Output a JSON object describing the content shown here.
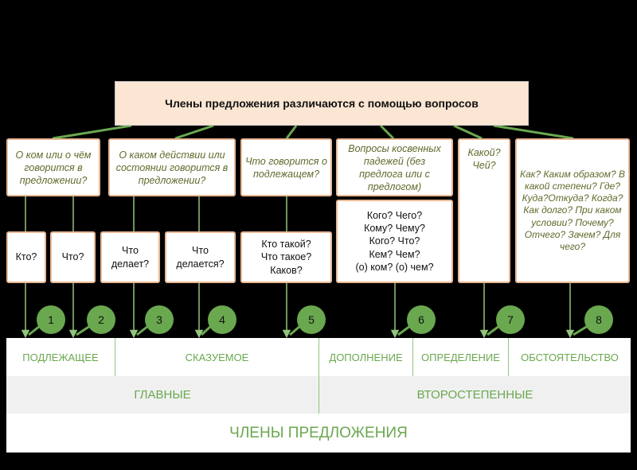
{
  "title": "Члены предложения различаются с помощью вопросов",
  "questions": {
    "q1": "О ком или о чём говорится в предложении?",
    "q2": "О каком действии или состоянии говорится в предложении?",
    "q3": "Что говорится о подлежащем?",
    "q4": "Вопросы косвенных падежей (без предлога или с предлогом)",
    "q5": "Какой? Чей?",
    "q6": "Как? Каким образом? В какой степени? Где? Куда?Откуда? Когда? Как долго? При каком условии? Почему? Отчего? Зачем? Для чего?"
  },
  "answers": {
    "a1": "Кто?",
    "a2": "Что?",
    "a3": "Что\nделает?",
    "a4": "Что\nделается?",
    "a5": "Кто такой?\nЧто такое?\nКаков?",
    "a6": "Кого? Чего?\nКому? Чему?\nКого? Что?\nКем? Чем?\n(о) ком? (о) чем?"
  },
  "numbers": [
    "1",
    "2",
    "3",
    "4",
    "5",
    "6",
    "7",
    "8"
  ],
  "members": {
    "subject": "ПОДЛЕЖАЩЕЕ",
    "predicate": "СКАЗУЕМОЕ",
    "object": "ДОПОЛНЕНИЕ",
    "attribute": "ОПРЕДЕЛЕНИЕ",
    "adverbial": "ОБСТОЯТЕЛЬСТВО"
  },
  "groups": {
    "main": "ГЛАВНЫЕ",
    "secondary": "ВТОРОСТЕПЕННЫЕ"
  },
  "footer": "ЧЛЕНЫ ПРЕДЛОЖЕНИЯ",
  "colors": {
    "accent_green": "#6aa84f",
    "box_border": "#eab894",
    "title_bg": "#fbe6d3",
    "question_text": "#5d6b2a"
  }
}
